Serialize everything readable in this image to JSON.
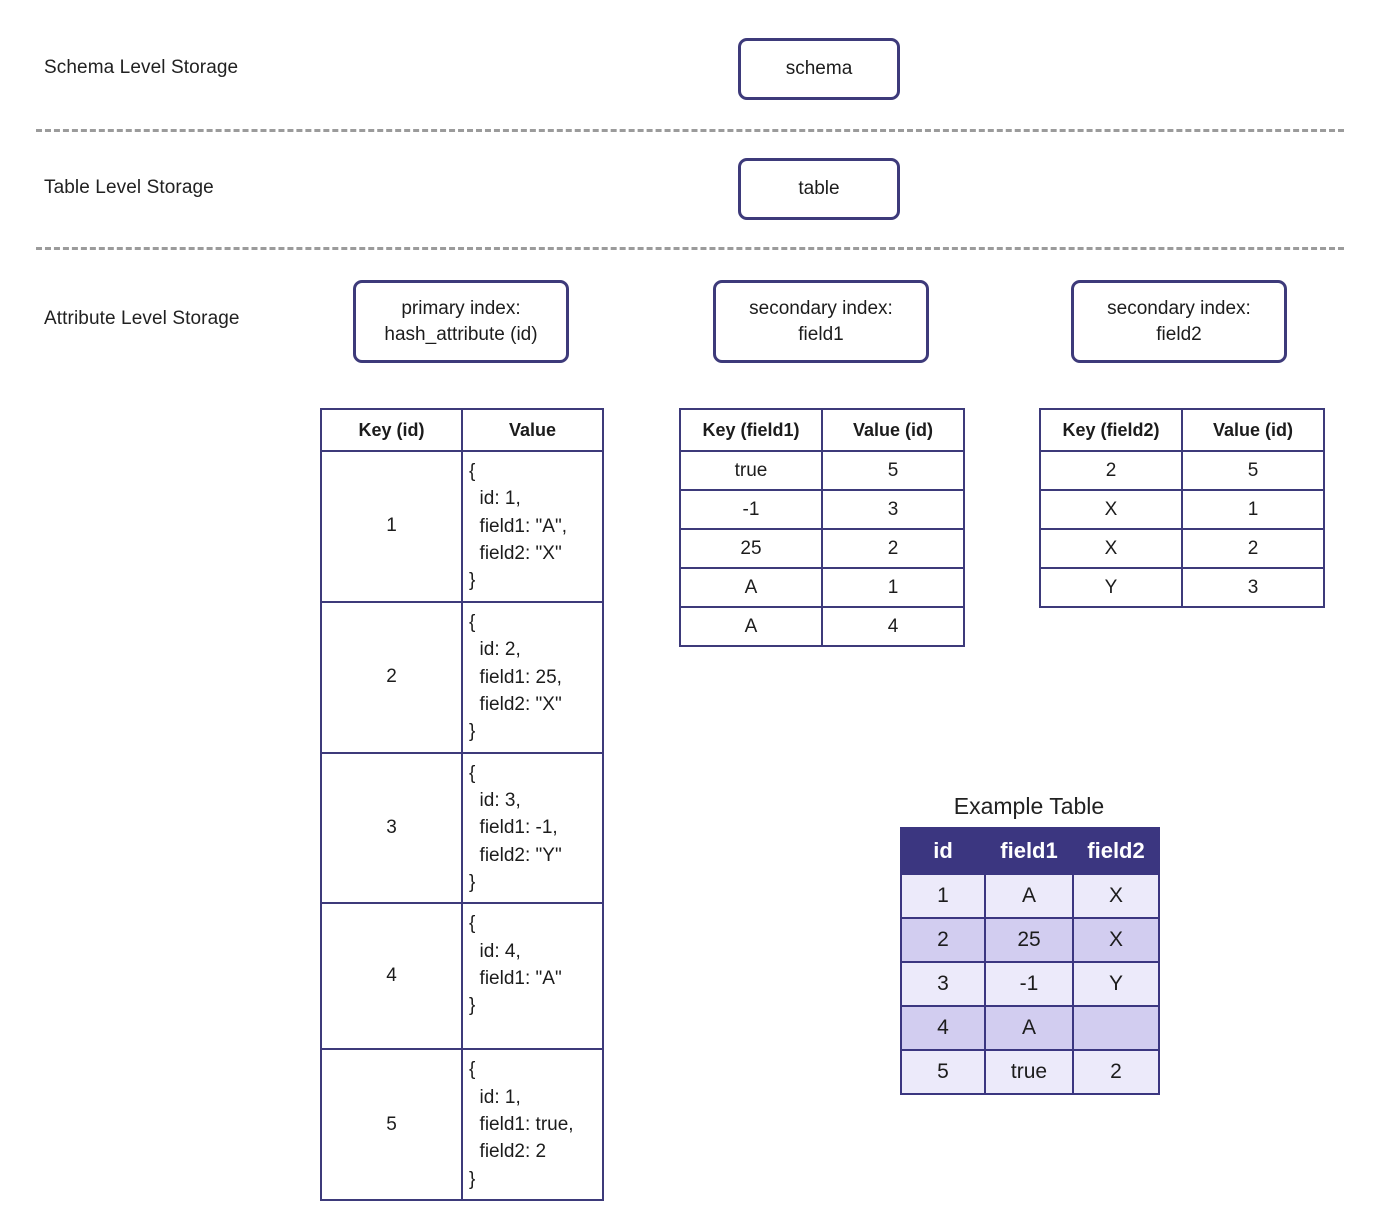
{
  "rows": [
    {
      "label": "Schema Level Storage"
    },
    {
      "label": "Table Level Storage"
    },
    {
      "label": "Attribute Level Storage"
    }
  ],
  "nodes": {
    "schema": "schema",
    "table": "table",
    "primary_index": {
      "line1": "primary index:",
      "line2": "hash_attribute (id)"
    },
    "secondary_index_field1": {
      "line1": "secondary index:",
      "line2": "field1"
    },
    "secondary_index_field2": {
      "line1": "secondary index:",
      "line2": "field2"
    }
  },
  "primary_table": {
    "headers": [
      "Key (id)",
      "Value"
    ],
    "rows": [
      {
        "key": "1",
        "value": "{\n  id: 1,\n  field1: \"A\",\n  field2: \"X\"\n}"
      },
      {
        "key": "2",
        "value": "{\n  id: 2,\n  field1: 25,\n  field2: \"X\"\n}"
      },
      {
        "key": "3",
        "value": "{\n  id: 3,\n  field1: -1,\n  field2: \"Y\"\n}"
      },
      {
        "key": "4",
        "value": "{\n  id: 4,\n  field1: \"A\"\n}"
      },
      {
        "key": "5",
        "value": "{\n  id: 1,\n  field1: true,\n  field2: 2\n}"
      }
    ]
  },
  "field1_table": {
    "headers": [
      "Key (field1)",
      "Value (id)"
    ],
    "rows": [
      {
        "key": "true",
        "value": "5"
      },
      {
        "key": "-1",
        "value": "3"
      },
      {
        "key": "25",
        "value": "2"
      },
      {
        "key": "A",
        "value": "1"
      },
      {
        "key": "A",
        "value": "4"
      }
    ]
  },
  "field2_table": {
    "headers": [
      "Key (field2)",
      "Value (id)"
    ],
    "rows": [
      {
        "key": "2",
        "value": "5"
      },
      {
        "key": "X",
        "value": "1"
      },
      {
        "key": "X",
        "value": "2"
      },
      {
        "key": "Y",
        "value": "3"
      }
    ]
  },
  "example_table": {
    "title": "Example Table",
    "headers": [
      "id",
      "field1",
      "field2"
    ],
    "rows": [
      [
        "1",
        "A",
        "X"
      ],
      [
        "2",
        "25",
        "X"
      ],
      [
        "3",
        "-1",
        "Y"
      ],
      [
        "4",
        "A",
        ""
      ],
      [
        "5",
        "true",
        "2"
      ]
    ]
  },
  "colors": {
    "border": "#3d3a7a",
    "header_fill": "#3b3680",
    "stripe_light": "#eceafa",
    "stripe_dark": "#d2cdf0",
    "separator": "#9b9b9b"
  }
}
